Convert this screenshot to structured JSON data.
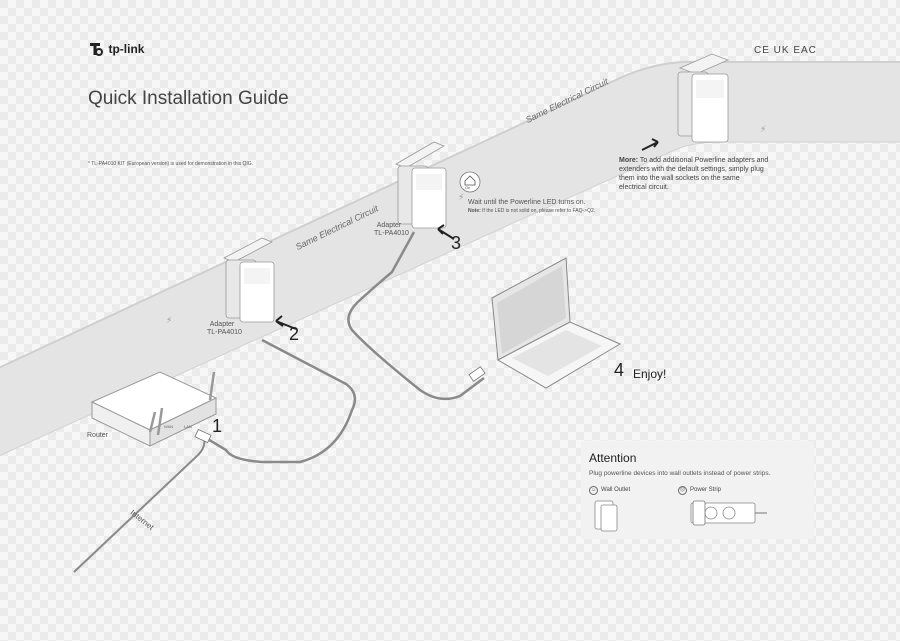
{
  "header": {
    "brand": "tp-link",
    "title": "Quick Installation Guide",
    "demo_note": "* TL-PA4010 KIT (European version) is used for demonstration in this QIG.",
    "certifications": "CE UK EAC"
  },
  "circuit_labels": [
    "Same Electrical Circuit",
    "Same Electrical Circuit"
  ],
  "devices": {
    "router_label": "Router",
    "wan_port": "WAN",
    "lan_port": "LAN",
    "internet_label": "Internet",
    "adapter_1": {
      "line1": "Adapter",
      "line2": "TL-PA4010"
    },
    "adapter_2": {
      "line1": "Adapter",
      "line2": "TL-PA4010"
    }
  },
  "steps": [
    {
      "number": "1"
    },
    {
      "number": "2"
    },
    {
      "number": "3"
    },
    {
      "number": "4",
      "text": "Enjoy!"
    }
  ],
  "led": {
    "badge": "On",
    "wait_text": "Wait until the Powerline LED turns on.",
    "note_label": "Note:",
    "note_text": "If the LED is not solid on, please refer to FAQ->Q2."
  },
  "more": {
    "label": "More:",
    "text": "To add additional Powerline adapters and extenders with the default settings, simply plug them into the wall sockets on the same electrical circuit."
  },
  "attention": {
    "title": "Attention",
    "description": "Plug powerline devices into wall outlets instead of power strips.",
    "wall_outlet_label": "Wall Outlet",
    "power_strip_label": "Power Strip"
  },
  "icons": {
    "logo": "tp-link-logo-icon",
    "house": "house-icon",
    "smile": "smile-face-icon",
    "sad": "sad-face-icon",
    "bolt": "lightning-icon"
  },
  "colors": {
    "band": "#e6e6e6",
    "cable": "#8a8a8a",
    "text": "#333333"
  }
}
